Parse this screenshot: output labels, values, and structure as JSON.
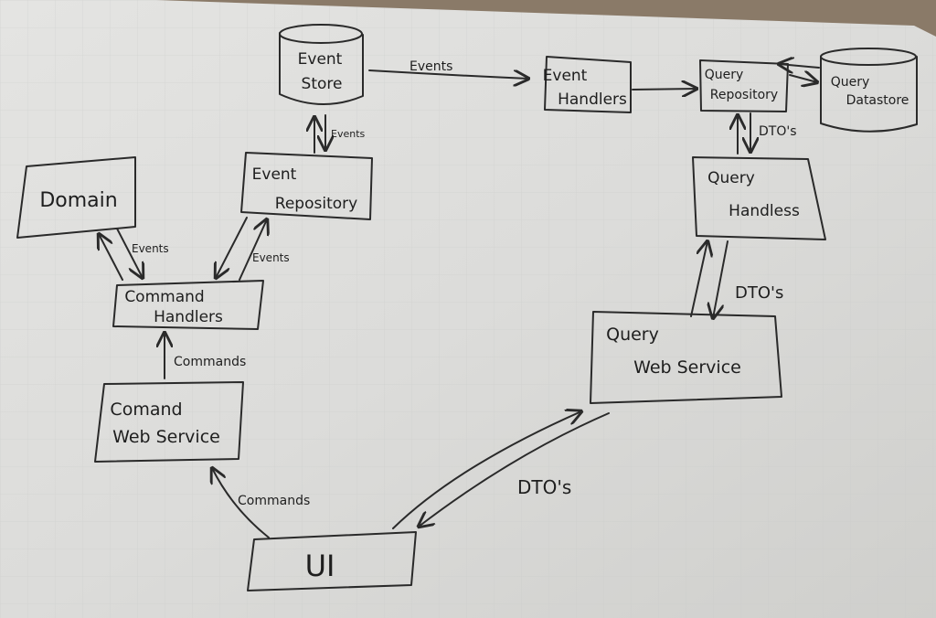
{
  "nodes": {
    "event_store": {
      "lines": [
        "Event",
        "Store"
      ]
    },
    "event_handlers": {
      "lines": [
        "Event",
        "Handlers"
      ]
    },
    "query_repository": {
      "lines": [
        "Query",
        "Repository"
      ]
    },
    "query_datastore": {
      "lines": [
        "Query",
        "Datastore"
      ]
    },
    "event_repository": {
      "lines": [
        "Event",
        "Repository"
      ]
    },
    "domain": {
      "lines": [
        "Domain"
      ]
    },
    "query_handlers": {
      "lines": [
        "Query",
        "Handless"
      ]
    },
    "command_handlers": {
      "lines": [
        "Command",
        "Handlers"
      ]
    },
    "query_web_service": {
      "lines": [
        "Query",
        "Web Service"
      ]
    },
    "command_web_service": {
      "lines": [
        "Comand",
        "Web Service"
      ]
    },
    "ui": {
      "lines": [
        "UI"
      ]
    }
  },
  "edge_labels": {
    "store_to_handlers": "Events",
    "repo_to_store": "Events",
    "domain_to_cmd": "Events",
    "cmd_to_repo": "Events",
    "qrepo_to_qhandlers": "DTO's",
    "qhandlers_to_qws": "DTO's",
    "cws_to_cmd": "Commands",
    "ui_to_cws": "Commands",
    "qws_to_ui": "DTO's"
  }
}
